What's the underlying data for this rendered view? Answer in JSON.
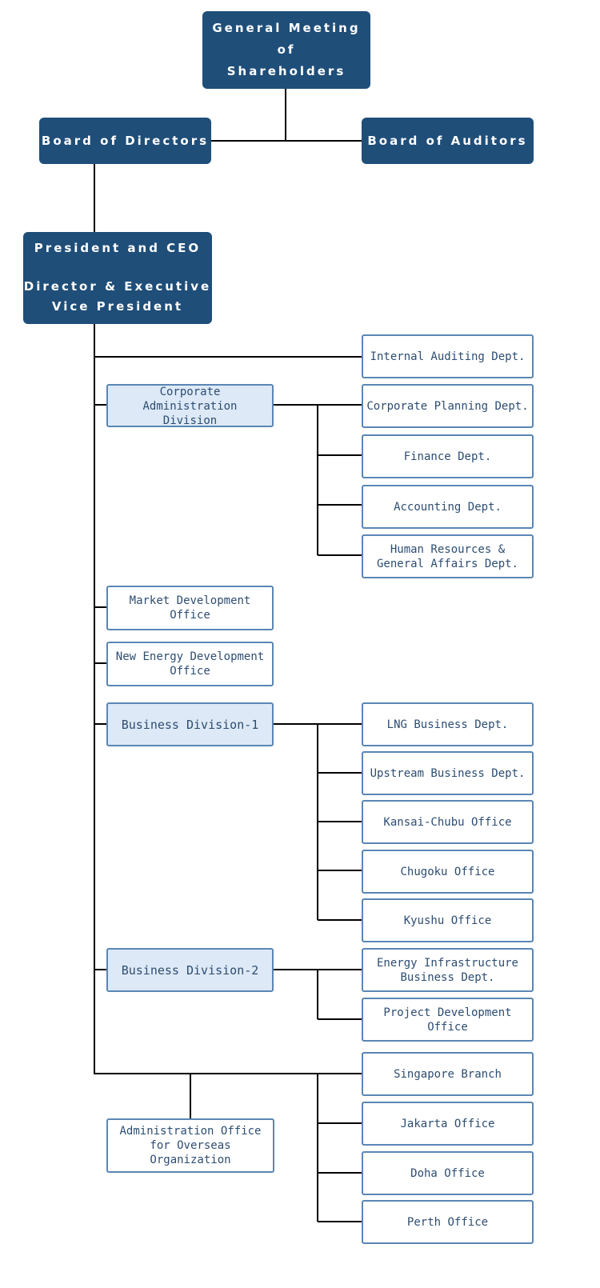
{
  "top": {
    "gms": "General Meeting\nof\nShareholders",
    "board_directors": "Board of Directors",
    "board_auditors": "Board of Auditors"
  },
  "exec": {
    "president": "President and CEO",
    "director": "Director & Executive\nVice President"
  },
  "divisions": {
    "corporate_admin": "Corporate\nAdministration\nDivision",
    "market_dev": "Market Development\nOffice",
    "new_energy": "New Energy Development\nOffice",
    "business_1": "Business Division-1",
    "business_2": "Business Division-2",
    "admin_overseas": "Administration Office\nfor Overseas\nOrganization"
  },
  "depts": {
    "internal_audit": "Internal Auditing Dept.",
    "corporate_planning": "Corporate Planning Dept.",
    "finance": "Finance Dept.",
    "accounting": "Accounting Dept.",
    "hr_ga": "Human Resources &\nGeneral Affairs Dept.",
    "lng": "LNG Business Dept.",
    "upstream": "Upstream Business Dept.",
    "kansai_chubu": "Kansai-Chubu Office",
    "chugoku": "Chugoku Office",
    "kyushu": "Kyushu Office",
    "energy_infra": "Energy Infrastructure\nBusiness Dept.",
    "project_dev": "Project Development\nOffice",
    "singapore": "Singapore Branch",
    "jakarta": "Jakarta Office",
    "doha": "Doha Office",
    "perth": "Perth Office"
  },
  "colors": {
    "dark_box": "#1f4e79",
    "light_box": "#dde9f6",
    "box_border": "#5a86b5",
    "box_text": "#2d4d72",
    "line": "#000000"
  }
}
